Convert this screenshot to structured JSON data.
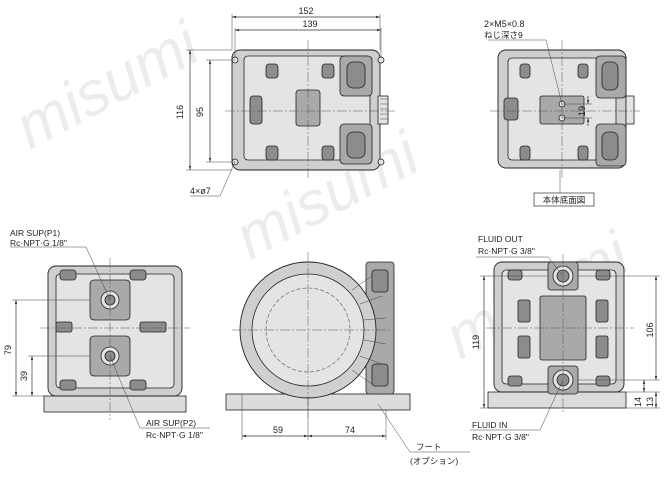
{
  "watermark": "misumi",
  "top_view": {
    "dims": {
      "width_overall": "152",
      "width_holes": "139",
      "height_overall": "116",
      "height_holes": "95"
    },
    "hole_callout": "4×ø7"
  },
  "bottom_view": {
    "thread_callout_line1": "2×M5×0.8",
    "thread_callout_line2": "ねじ深さ9",
    "dim_19": "19",
    "caption": "本体底面図"
  },
  "left_view": {
    "air_sup_p1_line1": "AIR SUP(P1)",
    "air_sup_p1_line2": "Rc·NPT·G 1/8\"",
    "air_sup_p2_line1": "AIR SUP(P2)",
    "air_sup_p2_line2": "Rc·NPT·G 1/8\"",
    "dim_79": "79",
    "dim_39": "39"
  },
  "front_view": {
    "dim_59": "59",
    "dim_74": "74",
    "foot_line1": "フート",
    "foot_line2": "(オプション)"
  },
  "right_view": {
    "fluid_out_line1": "FLUID OUT",
    "fluid_out_line2": "Rc·NPT·G 3/8\"",
    "fluid_in_line1": "FLUID IN",
    "fluid_in_line2": "Rc·NPT·G 3/8\"",
    "dim_119": "119",
    "dim_106": "106",
    "dim_14": "14",
    "dim_13": "13"
  }
}
